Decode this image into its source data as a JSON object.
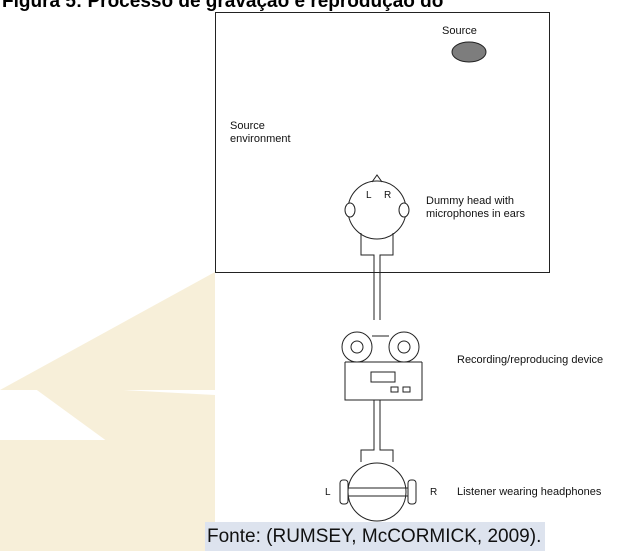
{
  "figure": {
    "title": "Figura 5: Processo de gravação e reprodução do",
    "caption": "Fonte: (RUMSEY, McCORMICK, 2009)."
  },
  "labels": {
    "source": "Source",
    "source_environment": "Source\nenvironment",
    "dummy_head": "Dummy head with\nmicrophones in ears",
    "left_ear": "L",
    "right_ear": "R",
    "recording_device": "Recording/reproducing device",
    "listener_left": "L",
    "listener_right": "R",
    "listener": "Listener wearing headphones"
  },
  "colors": {
    "background_shape": "#f7efd9",
    "source_fill": "#7d7d7d",
    "caption_bg": "#dde3ee",
    "line": "#222222"
  }
}
